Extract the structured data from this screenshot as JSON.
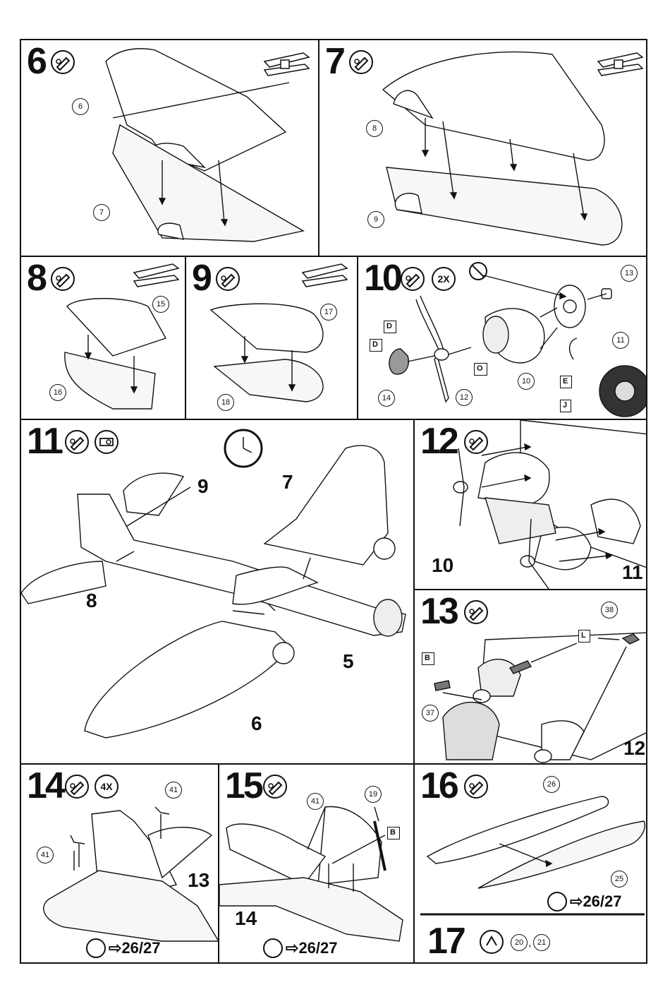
{
  "steps": {
    "s6": {
      "number": "6",
      "callouts": [
        "6",
        "7"
      ]
    },
    "s7": {
      "number": "7",
      "callouts": [
        "8",
        "9"
      ]
    },
    "s8": {
      "number": "8",
      "callouts": [
        "15",
        "16"
      ]
    },
    "s9": {
      "number": "9",
      "callouts": [
        "17",
        "18"
      ]
    },
    "s10": {
      "number": "10",
      "quantity": "2X",
      "callouts": [
        "13",
        "11",
        "10",
        "14",
        "12"
      ],
      "tags": [
        "D",
        "D",
        "O",
        "E",
        "J"
      ]
    },
    "s11": {
      "number": "11",
      "labels": [
        "9",
        "7",
        "8",
        "5",
        "6"
      ]
    },
    "s12": {
      "number": "12",
      "labels": [
        "10",
        "11"
      ]
    },
    "s13": {
      "number": "13",
      "callouts": [
        "38",
        "37"
      ],
      "tags": [
        "L",
        "B"
      ],
      "labels": [
        "12"
      ]
    },
    "s14": {
      "number": "14",
      "quantity": "4X",
      "callouts": [
        "41",
        "41"
      ],
      "labels": [
        "13"
      ],
      "paint_ref": "26/27"
    },
    "s15": {
      "number": "15",
      "callouts": [
        "41",
        "19"
      ],
      "tags": [
        "B"
      ],
      "labels": [
        "14"
      ],
      "paint_ref": "26/27"
    },
    "s16": {
      "number": "16",
      "callouts": [
        "26",
        "25"
      ],
      "paint_ref": "26/27"
    },
    "s17": {
      "number": "17",
      "callouts": [
        "20",
        "21"
      ],
      "separator": ","
    }
  }
}
